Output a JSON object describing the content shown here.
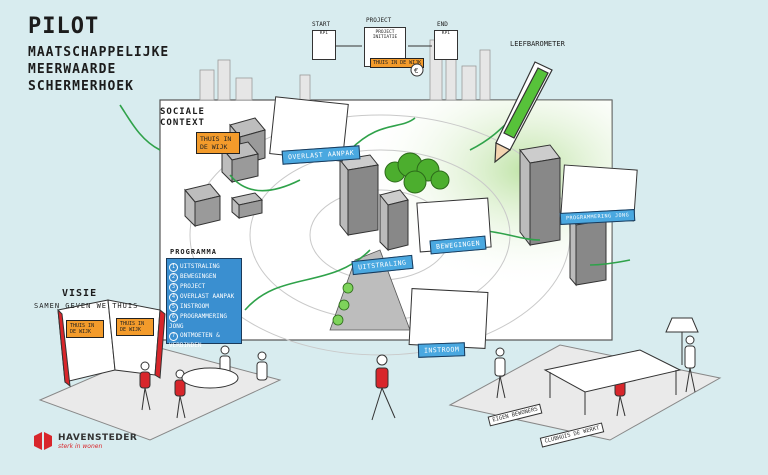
{
  "title": "PiLOT",
  "subtitle_lines": [
    "MAATSCHAPPELIJKE",
    "MEERWAARDE",
    "SCHERMERHOEK"
  ],
  "flow": {
    "start": "START",
    "project": "PROJECT",
    "end": "END",
    "project_doc": "PROJECT INITIATIE",
    "start_doc": "KPI",
    "end_doc": "KPI",
    "project_tag": "THUIS IN DE WIJK"
  },
  "leefbarometer": "LEEFBAROMETER",
  "sociale_context": {
    "heading": "SOCIALE CONTEXT",
    "tag": "THUIS IN DE WIJK"
  },
  "blue_tags": {
    "overlast_aanpak": "OVERLAST AANPAK",
    "programmering": "PROGRAMMERING JONG",
    "uitstraling": "UITSTRALING",
    "bewegingen": "BEWEGINGEN",
    "instroom": "INSTROOM"
  },
  "programma": {
    "heading": "PROGRAMMA",
    "items": [
      {
        "n": "1",
        "label": "UITSTRALING"
      },
      {
        "n": "2",
        "label": "BEWEGINGEN"
      },
      {
        "n": "3",
        "label": "PROJECT"
      },
      {
        "n": "4",
        "label": "OVERLAST AANPAK"
      },
      {
        "n": "5",
        "label": "INSTROOM"
      },
      {
        "n": "6",
        "label": "PROGRAMMERING JONG"
      },
      {
        "n": "7",
        "label": "ONTMOETEN & VERBINDEN"
      }
    ]
  },
  "visie": {
    "heading": "VISIE",
    "sub": "SAMEN GEVEN WE THUIS",
    "book_tag1": "THUIS IN DE WIJK",
    "book_tag2": "THUIS IN DE WIJK"
  },
  "bottom_labels": {
    "eigen_bewoners": "EIGEN BEWONERS",
    "clubhuis": "CLUBHUIS DE WERKT"
  },
  "logo": {
    "name": "HAVENSTEDER",
    "tagline": "sterk in wonen"
  },
  "colors": {
    "background": "#d8ecef",
    "accent_blue": "#3a8fd0",
    "accent_orange": "#f39b2b",
    "accent_green": "#57c23a",
    "accent_red": "#d8262b"
  }
}
